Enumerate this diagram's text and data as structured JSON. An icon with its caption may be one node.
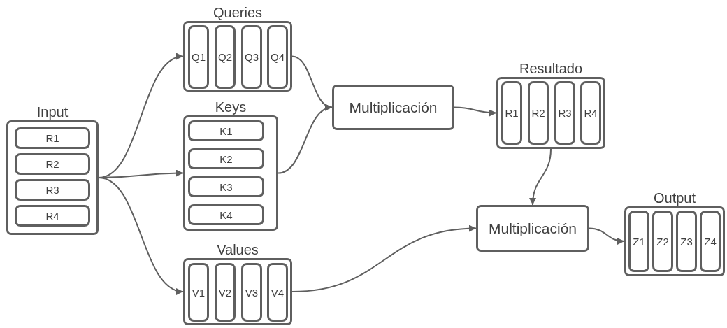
{
  "diagram": {
    "nodes": [
      {
        "text": [
          "Input"
        ]
      },
      {
        "text": [
          "R1"
        ],
        "in": 0
      },
      {
        "text": [
          "R2"
        ],
        "in": 0
      },
      {
        "text": [
          "R3"
        ],
        "in": 0
      },
      {
        "text": [
          "R4"
        ],
        "in": 0
      },
      {
        "text": [
          "Queries"
        ]
      },
      {
        "text": [
          "Q1"
        ],
        "in": 5
      },
      {
        "text": [
          "Q2"
        ],
        "in": 5
      },
      {
        "text": [
          "Q3"
        ],
        "in": 5
      },
      {
        "text": [
          "Q4"
        ],
        "in": 5
      },
      {
        "text": [
          "Keys"
        ]
      },
      {
        "text": [
          "K1"
        ],
        "in": 10
      },
      {
        "text": [
          "K2"
        ],
        "in": 10
      },
      {
        "text": [
          "K3"
        ],
        "in": 10
      },
      {
        "text": [
          "K4"
        ],
        "in": 10
      },
      {
        "text": [
          "Values"
        ]
      },
      {
        "text": [
          "V1"
        ],
        "in": 15
      },
      {
        "text": [
          "V2"
        ],
        "in": 15
      },
      {
        "text": [
          "V3"
        ],
        "in": 15
      },
      {
        "text": [
          "V4"
        ],
        "in": 15
      },
      {
        "text": [
          "Multiplicación"
        ]
      },
      {
        "text": [
          "Resultado"
        ]
      },
      {
        "text": [
          "R1"
        ],
        "in": 21
      },
      {
        "text": [
          "R2"
        ],
        "in": 21
      },
      {
        "text": [
          "R3"
        ],
        "in": 21
      },
      {
        "text": [
          "R4"
        ],
        "in": 21
      },
      {
        "text": [
          "Multiplicación"
        ]
      },
      {
        "text": [
          "Output"
        ]
      },
      {
        "text": [
          "Z1"
        ],
        "in": 27
      },
      {
        "text": [
          "Z2"
        ],
        "in": 27
      },
      {
        "text": [
          "Z3"
        ],
        "in": 27
      },
      {
        "text": [
          "Z4"
        ],
        "in": 27
      }
    ],
    "edges": [
      {
        "from": 0,
        "to": 5,
        "arrow": "to"
      },
      {
        "from": 0,
        "to": 10,
        "arrow": "to"
      },
      {
        "from": 0,
        "to": 15,
        "arrow": "to"
      },
      {
        "from": 5,
        "to": 20,
        "arrow": "to"
      },
      {
        "from": 10,
        "to": 20,
        "arrow": "to"
      },
      {
        "from": 20,
        "to": 21,
        "arrow": "to"
      },
      {
        "from": 21,
        "to": 26,
        "arrow": "to"
      },
      {
        "from": 15,
        "to": 26,
        "arrow": "to"
      },
      {
        "from": 26,
        "to": 27,
        "arrow": "to"
      }
    ]
  }
}
